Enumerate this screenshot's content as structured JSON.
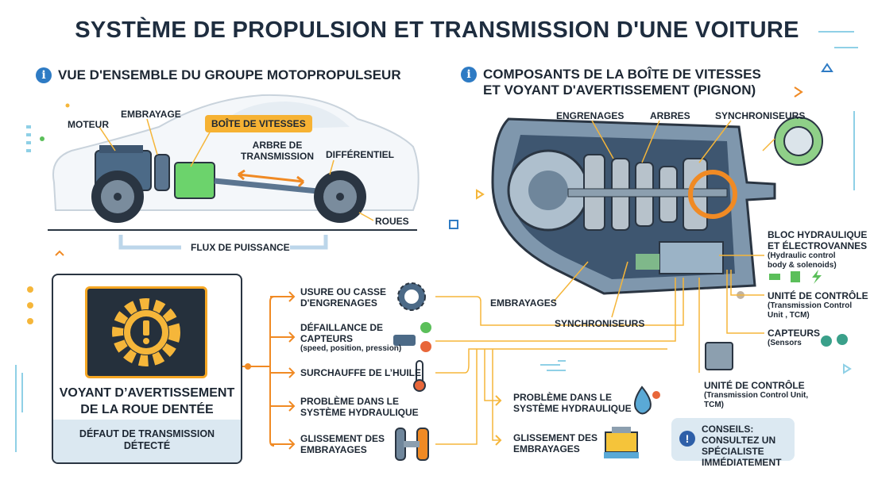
{
  "title": "SYSTÈME DE PROPULSION ET TRANSMISSION D'UNE VOITURE",
  "left_section": {
    "heading": "VUE D'ENSEMBLE DU GROUPE MOTOPROPULSEUR",
    "labels": {
      "engine": "MOTEUR",
      "clutch": "EMBRAYAGE",
      "gearbox": "BOÎTE DE VITESSES",
      "driveshaft": [
        "ARBRE DE",
        "TRANSMISSION"
      ],
      "differential": "DIFFÉRENTIEL",
      "wheels": "ROUES",
      "power_flow": "FLUX DE PUISSANCE"
    }
  },
  "right_section": {
    "heading": [
      "COMPOSANTS DE LA BOÎTE DE VITESSES",
      "ET VOYANT D'AVERTISSEMENT (PIGNON)"
    ],
    "labels": {
      "gears": "ENGRENAGES",
      "shafts": "ARBRES",
      "synchronizers_top": "SYNCHRONISEURS",
      "clutches": "EMBRAYAGES",
      "synchronizers_bottom": "SYNCHRONISEURS",
      "hydraulic_block": [
        "BLOC HYDRAULIQUE",
        "ET ÉLECTROVANNES"
      ],
      "hydraulic_block_en": [
        "(Hydraulic control",
        "body & solenoids)"
      ],
      "control_unit": "UNITÉ DE CONTRÔLE",
      "control_unit_en": [
        "(Transmission Control",
        "Unit  , TCM)"
      ],
      "sensors": "CAPTEURS",
      "sensors_en": "(Sensors",
      "control_unit_2": "UNITÉ DE CONTRÔLE",
      "control_unit_2_en": [
        "(Transmission Control Unit,",
        "TCM)"
      ]
    }
  },
  "warning": {
    "title": [
      "VOYANT D’AVERTISSEMENT",
      "DE LA ROUE DENTÉE"
    ],
    "footer": [
      "DÉFAUT DE TRANSMISSION",
      "DÉTECTÉ"
    ]
  },
  "causes": [
    {
      "lines": [
        "USURE OU CASSE",
        "D'ENGRENAGES"
      ],
      "icon": "broken-gear-icon"
    },
    {
      "lines": [
        "DÉFAILLANCE DE",
        "CAPTEURS"
      ],
      "sub": "(speed, position, pression)",
      "icon": "sensor-icon"
    },
    {
      "lines": [
        "SURCHAUFFE DE L’HUILE"
      ],
      "icon": "thermometer-icon"
    },
    {
      "lines": [
        "PROBLÈME DANS LE",
        "SYSTÈME HYDRAULIQUE"
      ]
    },
    {
      "lines": [
        "GLISSEMENT DES",
        "EMBRAYAGES"
      ],
      "icon": "clutch-icon"
    }
  ],
  "right_causes": [
    {
      "lines": [
        "PROBLÈME DANS LE",
        "SYSTÈME HYDRAULIQUE"
      ],
      "icon": "oil-drop-icon"
    },
    {
      "lines": [
        "GLISSEMENT DES",
        "EMBRAYAGES"
      ],
      "icon": "valve-body-icon"
    }
  ],
  "advice": {
    "title": "CONSEILS:",
    "lines": [
      "CONSULTEZ UN SPÉCIALISTE",
      "IMMÉDIATEMENT"
    ]
  },
  "colors": {
    "navy": "#1e2d3f",
    "orange": "#f08a24",
    "yellow": "#f5b63a",
    "blue": "#2e7bc4",
    "green": "#5bbf5a",
    "light_blue": "#dce9f2"
  }
}
